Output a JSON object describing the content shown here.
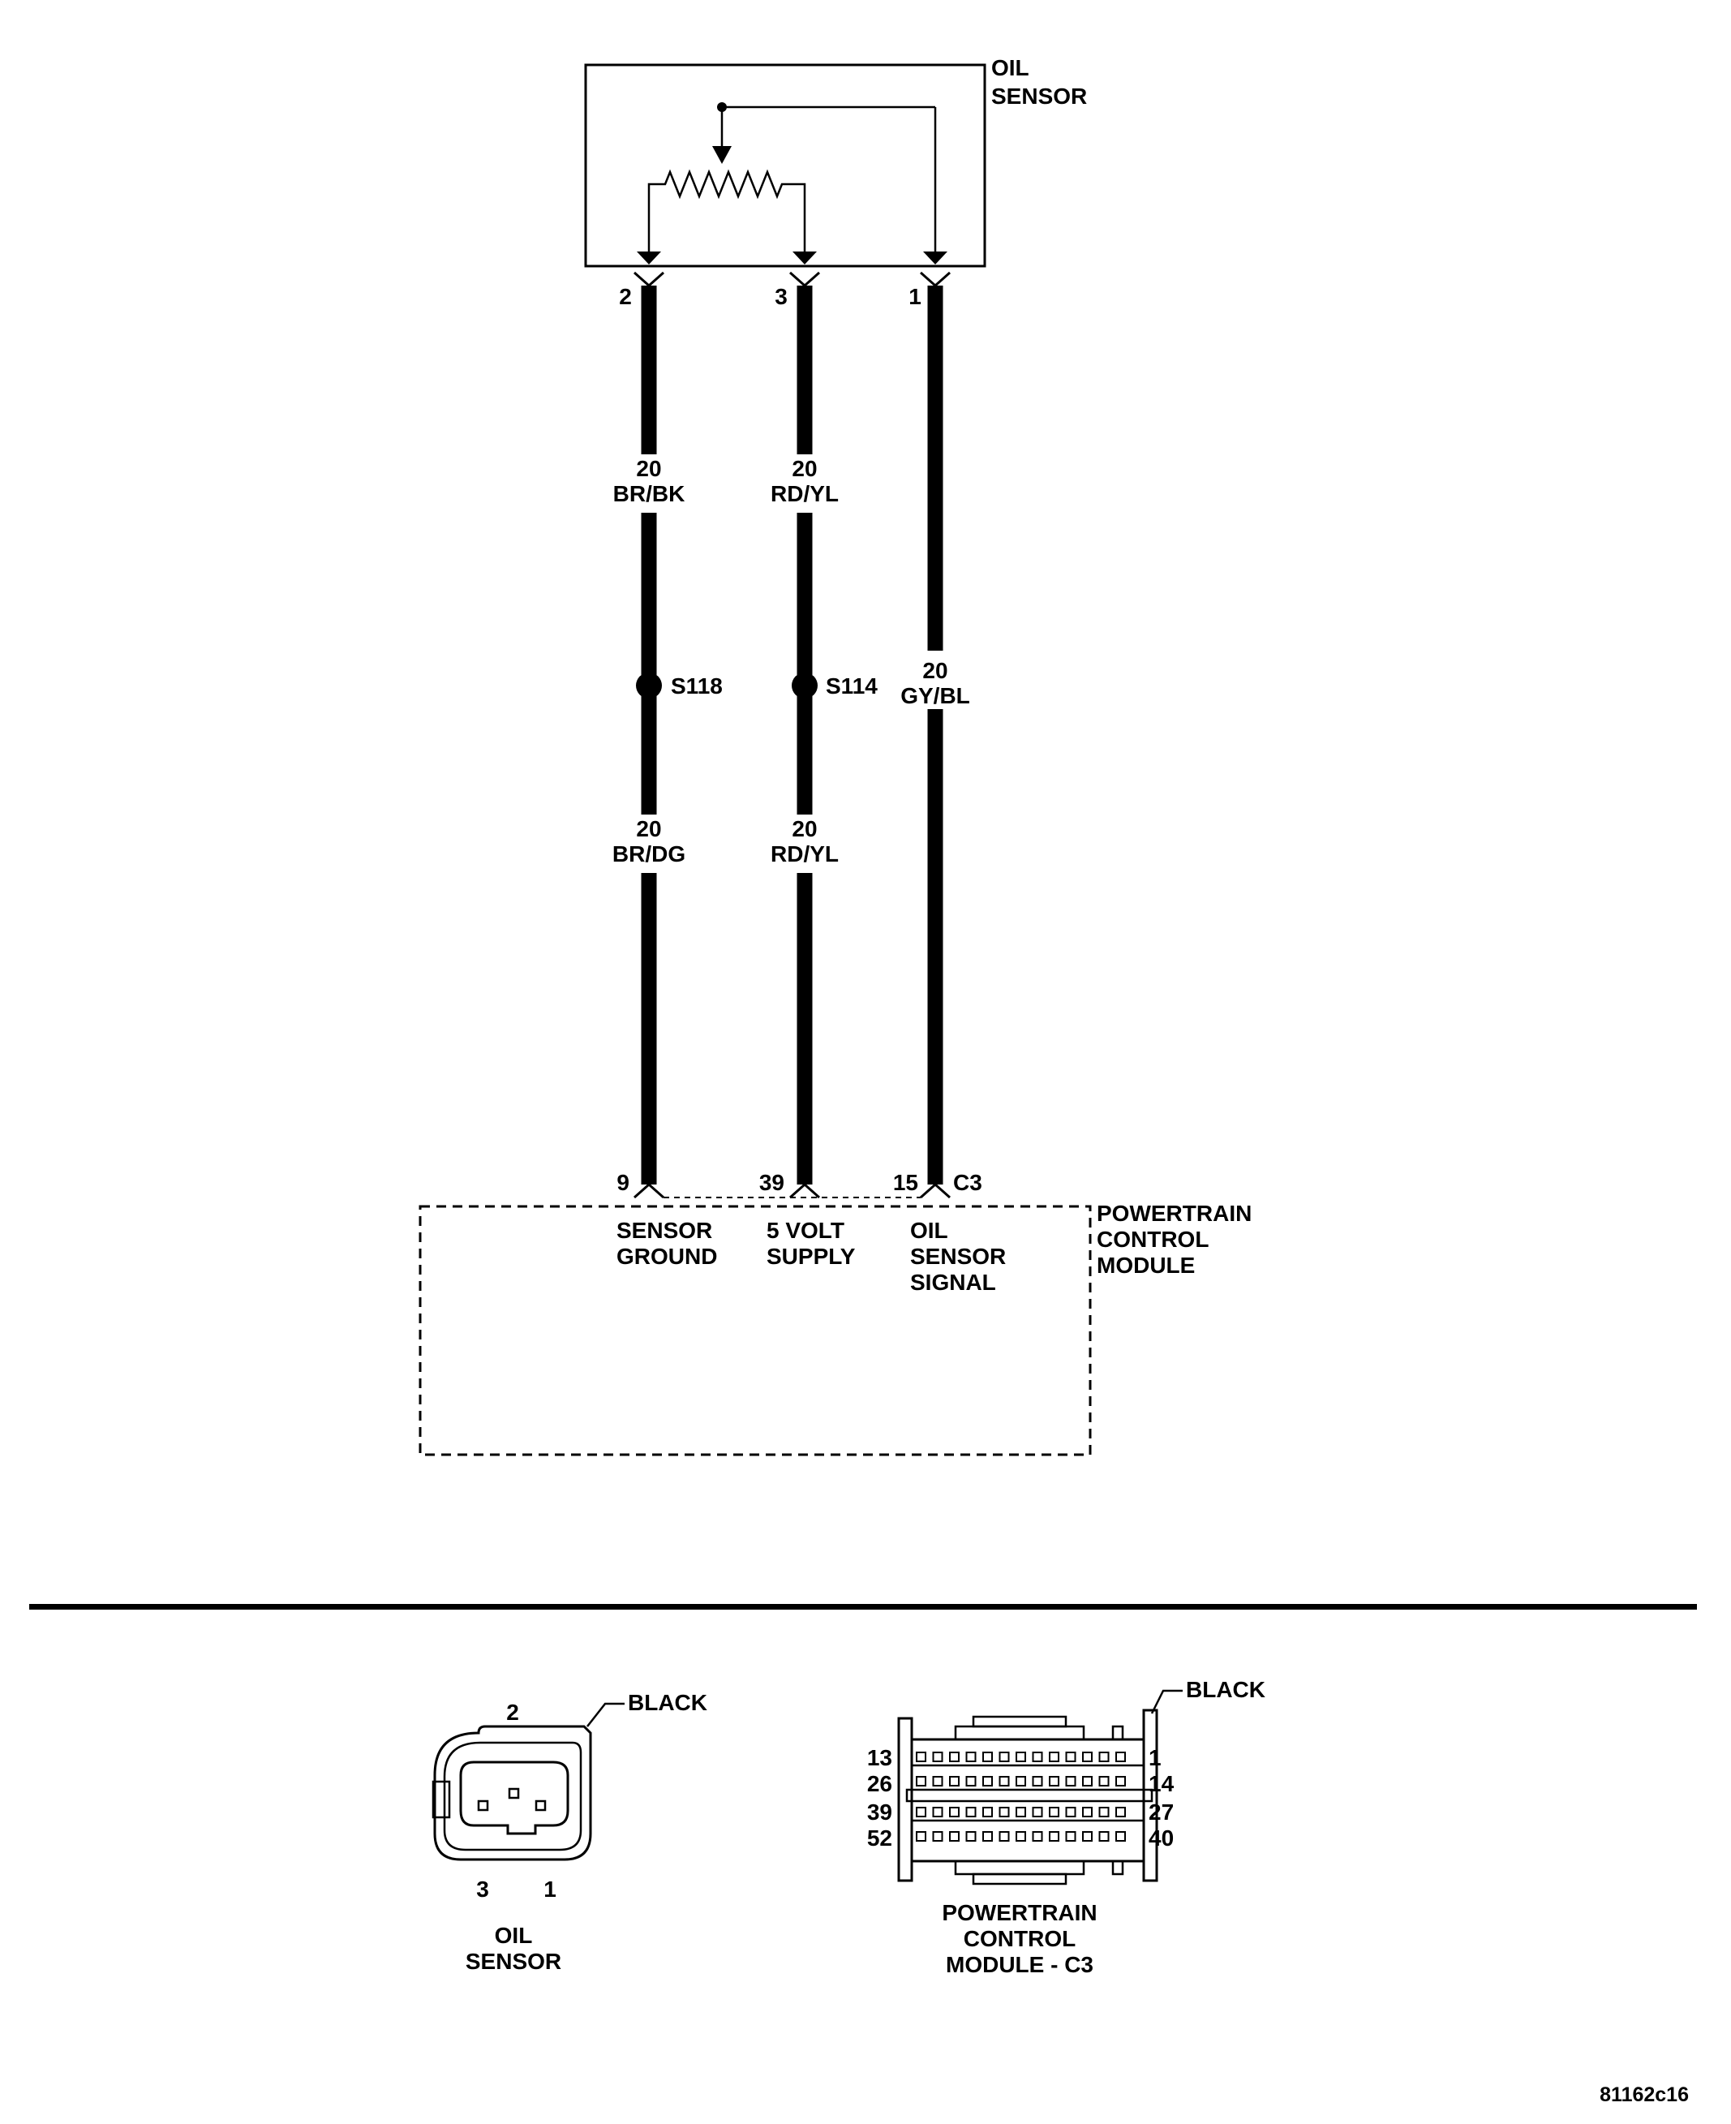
{
  "oil_sensor": {
    "label_line1": "OIL",
    "label_line2": "SENSOR"
  },
  "pcm": {
    "label_line1": "POWERTRAIN",
    "label_line2": "CONTROL",
    "label_line3": "MODULE",
    "connector": "C3"
  },
  "circuits": [
    {
      "sensor_pin": "2",
      "upper_gauge": "20",
      "upper_color": "BR/BK",
      "splice": "S118",
      "lower_gauge": "20",
      "lower_color": "BR/DG",
      "pcm_pin": "9",
      "function_line1": "SENSOR",
      "function_line2": "GROUND"
    },
    {
      "sensor_pin": "3",
      "upper_gauge": "20",
      "upper_color": "RD/YL",
      "splice": "S114",
      "lower_gauge": "20",
      "lower_color": "RD/YL",
      "pcm_pin": "39",
      "function_line1": "5 VOLT",
      "function_line2": "SUPPLY"
    },
    {
      "sensor_pin": "1",
      "gauge": "20",
      "color": "GY/BL",
      "pcm_pin": "15",
      "function_line1": "OIL",
      "function_line2": "SENSOR",
      "function_line3": "SIGNAL"
    }
  ],
  "connector_views": {
    "oil_sensor": {
      "color": "BLACK",
      "pin_top": "2",
      "pin_bottom_left": "3",
      "pin_bottom_right": "1",
      "caption_line1": "OIL",
      "caption_line2": "SENSOR"
    },
    "pcm_c3": {
      "color": "BLACK",
      "pin_13": "13",
      "pin_26": "26",
      "pin_39": "39",
      "pin_52": "52",
      "pin_1": "1",
      "pin_14": "14",
      "pin_27": "27",
      "pin_40": "40",
      "caption_line1": "POWERTRAIN",
      "caption_line2": "CONTROL",
      "caption_line3": "MODULE - C3"
    }
  },
  "figure_id": "81162c16"
}
